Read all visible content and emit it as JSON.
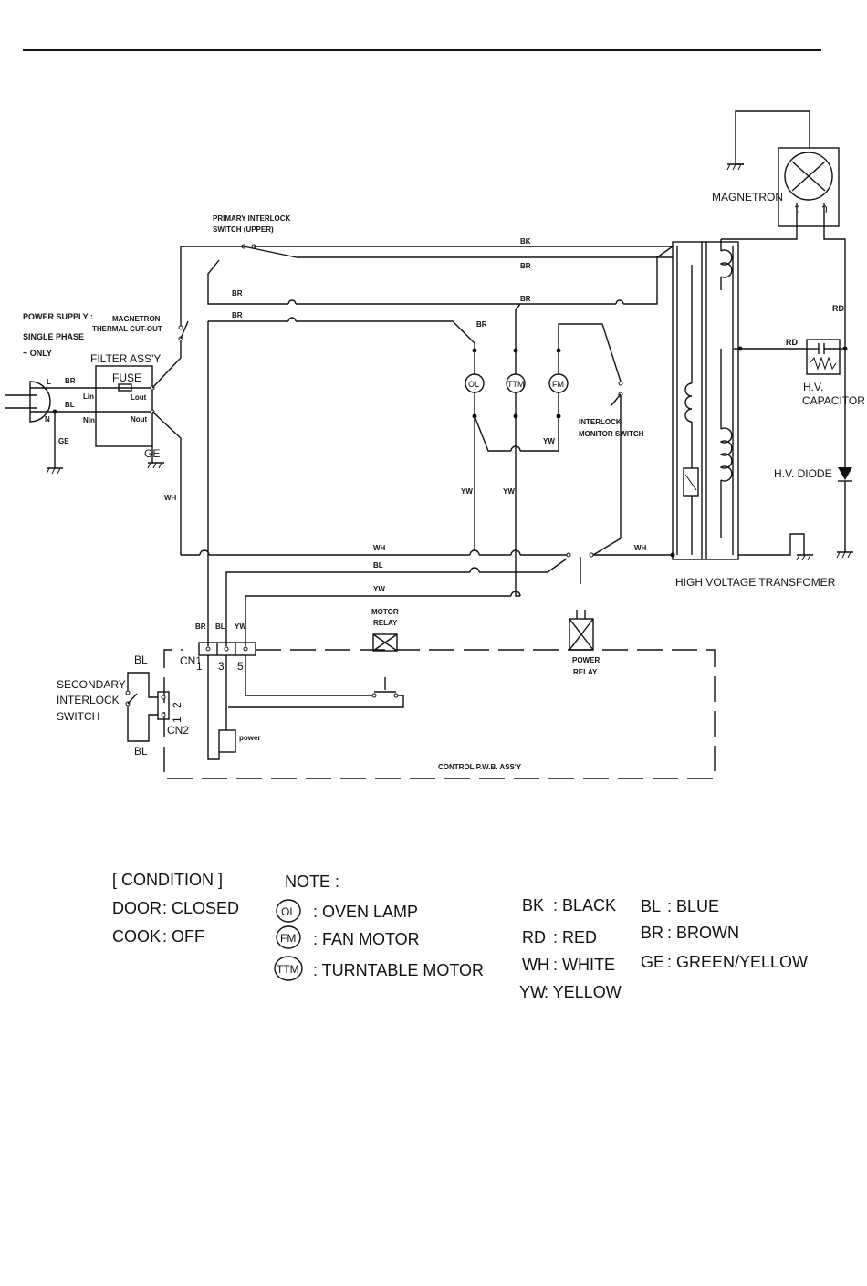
{
  "components": {
    "magnetron": "MAGNETRON",
    "primary_switch_1": "PRIMARY INTERLOCK",
    "primary_switch_2": "SWITCH (UPPER)",
    "power_supply_1": "POWER SUPPLY :",
    "power_supply_2": "SINGLE PHASE",
    "power_supply_3": "~ ONLY",
    "thermal_1": "MAGNETRON",
    "thermal_2": "THERMAL CUT-OUT",
    "filter": "FILTER ASS'Y",
    "fuse": "FUSE",
    "lin": "Lin",
    "lout": "Lout",
    "nin": "Nin",
    "nout": "Nout",
    "plug_l": "L",
    "plug_n": "N",
    "oven_lamp": "OL",
    "turntable_motor": "TTM",
    "fan_motor": "FM",
    "monitor_switch_1": "INTERLOCK",
    "monitor_switch_2": "MONITOR SWITCH",
    "hv_capacitor_1": "H.V.",
    "hv_capacitor_2": "CAPACITOR",
    "hv_diode": "H.V.  DIODE",
    "transformer": "HIGH  VOLTAGE  TRANSFOMER",
    "motor_relay_1": "MOTOR",
    "motor_relay_2": "RELAY",
    "power_relay_1": "POWER",
    "power_relay_2": "RELAY",
    "secondary_switch_1": "SECONDARY",
    "secondary_switch_2": "INTERLOCK",
    "secondary_switch_3": "SWITCH",
    "cn1": "CN1",
    "cn2": "CN2",
    "pin1": "1",
    "pin3": "3",
    "pin5": "5",
    "cn2_pin1": "1",
    "cn2_pin2": "2",
    "power_block": "power",
    "pwb": "CONTROL P.W.B. ASS'Y"
  },
  "wire_tags": {
    "bk": "BK",
    "br_top": "BR",
    "br_left": "BR",
    "br_left2": "BR",
    "br_mid": "BR",
    "br_vert": "BR",
    "br_plug": "BR",
    "bl_plug": "BL",
    "ge_left": "GE",
    "ge_filter": "GE",
    "wh_left": "WH",
    "wh_bottom": "WH",
    "wh_right": "WH",
    "bl_bottom": "BL",
    "yw_bottom": "YW",
    "yw_mid1": "YW",
    "yw_mid2": "YW",
    "yw_fm": "YW",
    "rd_top": "RD",
    "rd_cap": "RD",
    "cn_br": "BR",
    "cn_bl": "BL",
    "cn_yw": "YW",
    "sec_bl_top": "BL",
    "sec_bl_bottom": "BL"
  },
  "legend": {
    "condition_title": "[ CONDITION ]",
    "door_key": "DOOR",
    "door_value": ": CLOSED",
    "cook_key": "COOK",
    "cook_value": ": OFF",
    "note_title": "NOTE :",
    "notes": [
      {
        "symbol": "OL",
        "text": ": OVEN LAMP"
      },
      {
        "symbol": "FM",
        "text": ": FAN   MOTOR"
      },
      {
        "symbol": "TTM",
        "text": ": TURNTABLE MOTOR"
      }
    ],
    "colors": [
      {
        "code": "BK",
        "text": ": BLACK"
      },
      {
        "code": "RD",
        "text": ": RED"
      },
      {
        "code": "WH",
        "text": ": WHITE"
      },
      {
        "code": "YW",
        "text": ": YELLOW"
      },
      {
        "code": "BL",
        "text": ": BLUE"
      },
      {
        "code": "BR",
        "text": ": BROWN"
      },
      {
        "code": "GE",
        "text": ": GREEN/YELLOW"
      }
    ]
  }
}
